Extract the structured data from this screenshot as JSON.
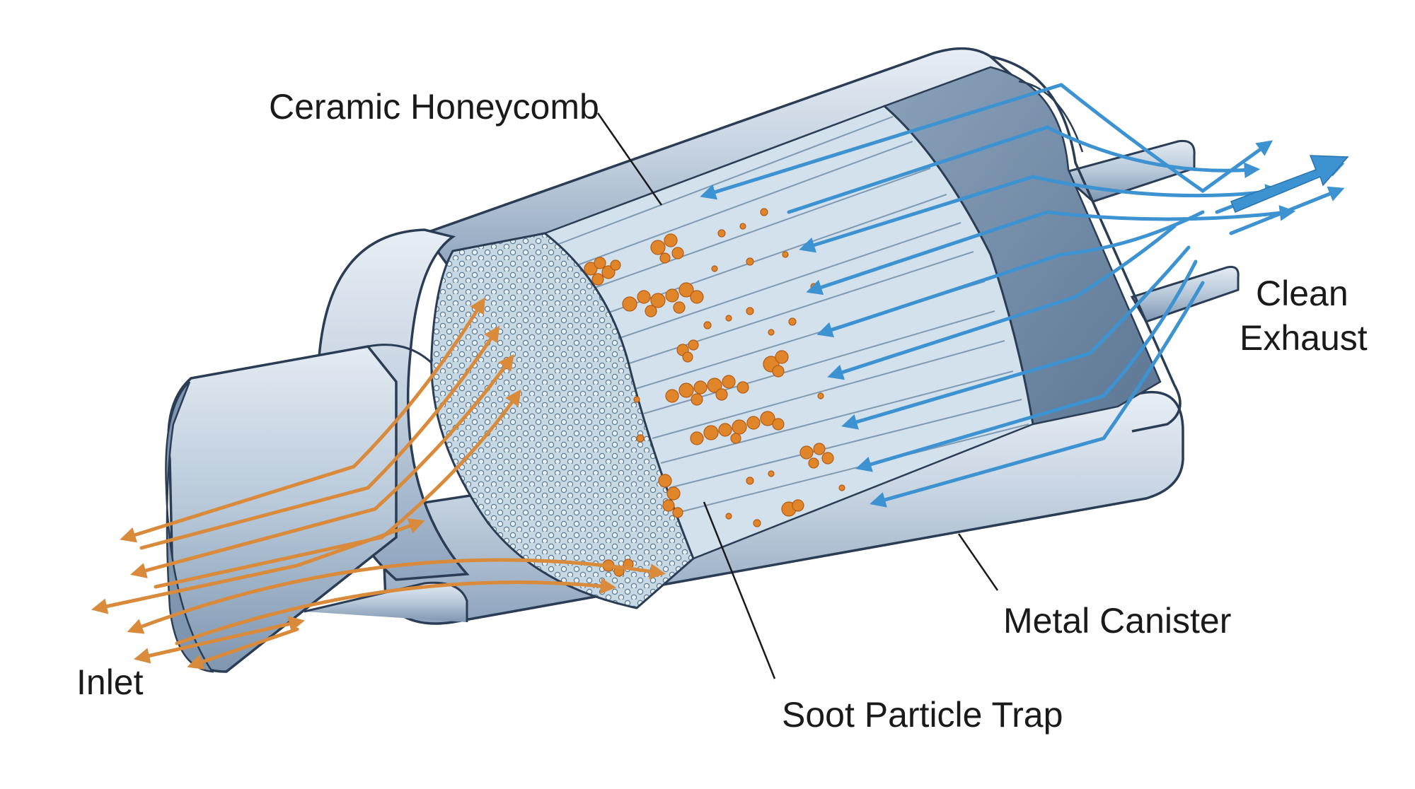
{
  "labels": {
    "ceramic_honeycomb": "Ceramic Honeycomb",
    "clean_exhaust_line1": "Clean",
    "clean_exhaust_line2": "Exhaust",
    "metal_canister": "Metal Canister",
    "soot_particle_trap": "Soot Particle Trap",
    "inlet": "Inlet"
  },
  "colors": {
    "canister_fill": "#c9d6e4",
    "canister_shadow": "#8fa6bf",
    "canister_outline": "#2b3d55",
    "honeycomb_face": "#b9cfdc",
    "channel_fill": "#d7e5ee",
    "soot": "#e0852a",
    "inlet_flow": "#d98a3a",
    "clean_flow": "#3d93d1"
  },
  "icons": {
    "inlet_arrows": "arrow-left-icon",
    "clean_arrows": "arrow-right-icon"
  }
}
